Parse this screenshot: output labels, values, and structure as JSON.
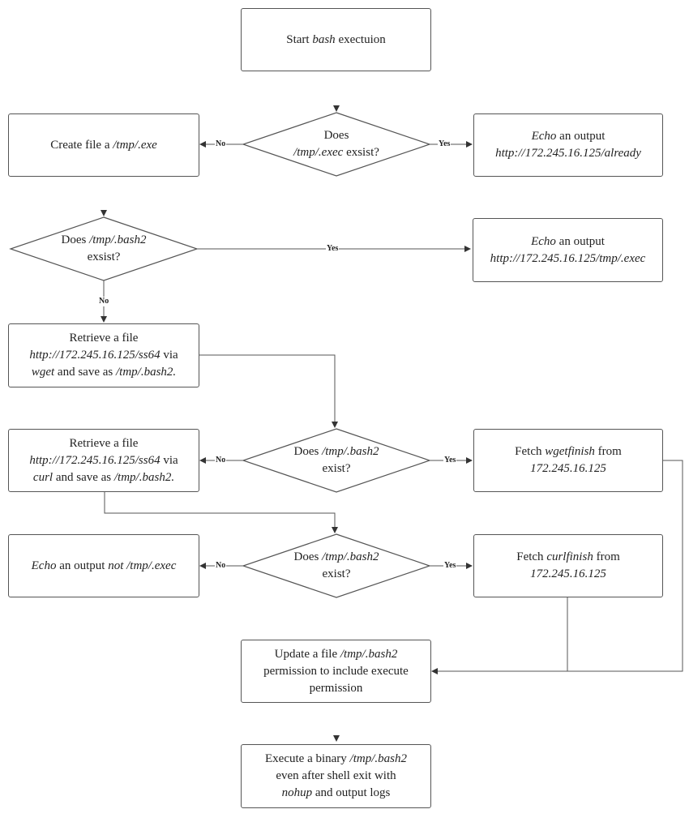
{
  "nodes": {
    "start": {
      "lines": [
        [
          {
            "t": "Start "
          },
          {
            "t": "bash",
            "i": true
          },
          {
            "t": " exectuion"
          }
        ]
      ]
    },
    "d1": {
      "lines": [
        [
          {
            "t": "Does"
          }
        ],
        [
          {
            "t": "/tmp/.exec",
            "i": true
          },
          {
            "t": " exsist?"
          }
        ]
      ]
    },
    "create": {
      "lines": [
        [
          {
            "t": "Create file a "
          },
          {
            "t": "/tmp/.exe",
            "i": true
          }
        ]
      ]
    },
    "echo_already": {
      "lines": [
        [
          {
            "t": "Echo",
            "i": true
          },
          {
            "t": " an output"
          }
        ],
        [
          {
            "t": "http://172.245.16.125/already",
            "i": true
          }
        ]
      ]
    },
    "d2": {
      "lines": [
        [
          {
            "t": "Does "
          },
          {
            "t": "/tmp/.bash2",
            "i": true
          }
        ],
        [
          {
            "t": "exsist?"
          }
        ]
      ]
    },
    "echo_exec": {
      "lines": [
        [
          {
            "t": "Echo",
            "i": true
          },
          {
            "t": " an output"
          }
        ],
        [
          {
            "t": "http://172.245.16.125/tmp/.exec",
            "i": true
          }
        ]
      ]
    },
    "wget": {
      "lines": [
        [
          {
            "t": "Retrieve a file"
          }
        ],
        [
          {
            "t": "http://172.245.16.125/ss64",
            "i": true
          },
          {
            "t": " via"
          }
        ],
        [
          {
            "t": "wget",
            "i": true
          },
          {
            "t": " and save as "
          },
          {
            "t": "/tmp/.bash2.",
            "i": true
          }
        ]
      ]
    },
    "curl": {
      "lines": [
        [
          {
            "t": "Retrieve a file"
          }
        ],
        [
          {
            "t": "http://172.245.16.125/ss64",
            "i": true
          },
          {
            "t": " via"
          }
        ],
        [
          {
            "t": "curl",
            "i": true
          },
          {
            "t": "  and save as "
          },
          {
            "t": "/tmp/.bash2.",
            "i": true
          }
        ]
      ]
    },
    "d3": {
      "lines": [
        [
          {
            "t": "Does "
          },
          {
            "t": "/tmp/.bash2",
            "i": true
          }
        ],
        [
          {
            "t": "exist?"
          }
        ]
      ]
    },
    "wgetfinish": {
      "lines": [
        [
          {
            "t": "Fetch "
          },
          {
            "t": "wgetfinish",
            "i": true
          },
          {
            "t": " from"
          }
        ],
        [
          {
            "t": "172.245.16.125",
            "i": true
          }
        ]
      ]
    },
    "echo_not": {
      "lines": [
        [
          {
            "t": "Echo",
            "i": true
          },
          {
            "t": " an output "
          },
          {
            "t": "not /tmp/.exec",
            "i": true
          }
        ]
      ]
    },
    "d4": {
      "lines": [
        [
          {
            "t": "Does "
          },
          {
            "t": "/tmp/.bash2",
            "i": true
          }
        ],
        [
          {
            "t": "exist?"
          }
        ]
      ]
    },
    "curlfinish": {
      "lines": [
        [
          {
            "t": "Fetch "
          },
          {
            "t": "curlfinish",
            "i": true
          },
          {
            "t": " from"
          }
        ],
        [
          {
            "t": "172.245.16.125",
            "i": true
          }
        ]
      ]
    },
    "update": {
      "lines": [
        [
          {
            "t": "Update a file "
          },
          {
            "t": "/tmp/.bash2",
            "i": true
          }
        ],
        [
          {
            "t": "permission to include execute"
          }
        ],
        [
          {
            "t": "permission"
          }
        ]
      ]
    },
    "execute": {
      "lines": [
        [
          {
            "t": "Execute a binary "
          },
          {
            "t": "/tmp/.bash2",
            "i": true
          }
        ],
        [
          {
            "t": "even after shell exit with"
          }
        ],
        [
          {
            "t": "nohup",
            "i": true
          },
          {
            "t": " and output logs"
          }
        ]
      ]
    }
  },
  "labels": {
    "yes": "Yes",
    "no": "No"
  }
}
